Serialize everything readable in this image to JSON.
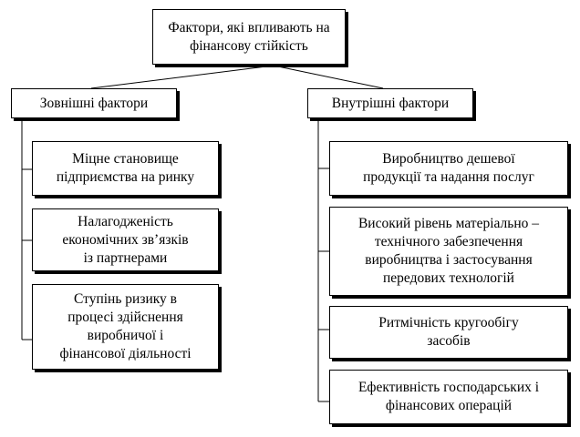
{
  "root": {
    "text": "Фактори, які впливають на\nфінансову стійкість"
  },
  "external": {
    "title": "Зовнішні фактори",
    "items": [
      "Міцне становище\nпідприємства на ринку",
      "Налагодженість\nекономічних зв’язків\nіз партнерами",
      "Ступінь ризику в\nпроцесі здійснення\nвиробничої і\nфінансової діяльності"
    ]
  },
  "internal": {
    "title": "Внутрішні фактори",
    "items": [
      "Виробництво дешевої\nпродукції та надання послуг",
      "Високий рівень матеріально –\nтехнічного забезпечення\nвиробництва і застосування\nпередових технологій",
      "Ритмічність кругообігу\nзасобів",
      "Ефективність господарських і\nфінансових операцій"
    ]
  }
}
